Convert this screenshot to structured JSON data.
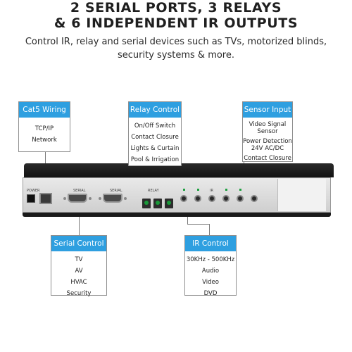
{
  "headline": {
    "line1": "2 SERIAL PORTS, 3 RELAYS",
    "line2": "& 6 INDEPENDENT IR OUTPUTS"
  },
  "subhead": {
    "line1": "Control IR, relay and serial devices such as TVs, motorized blinds,",
    "line2": "security systems & more."
  },
  "callouts": {
    "cat5": {
      "title": "Cat5 Wiring",
      "items": [
        "TCP/IP",
        "Network"
      ]
    },
    "relay": {
      "title": "Relay Control",
      "items": [
        "On/Off Switch",
        "Contact Closure",
        "Lights & Curtain",
        "Pool & Irrigation"
      ]
    },
    "sensor": {
      "title": "Sensor Input",
      "items": [
        "Video Signal",
        "Sensor",
        "Power Detection",
        "24V AC/DC",
        "Contact Closure"
      ]
    },
    "serial": {
      "title": "Serial Control",
      "items": [
        "TV",
        "AV",
        "HVAC",
        "Security"
      ]
    },
    "ir": {
      "title": "IR Control",
      "items": [
        "30KHz - 500KHz",
        "Audio",
        "Video",
        "DVD"
      ]
    }
  },
  "device": {
    "labels": {
      "power": "POWER",
      "serial1": "SERIAL",
      "serial2": "SERIAL",
      "relay": "RELAY",
      "ir": "IR"
    }
  },
  "colors": {
    "accent": "#2e9fe0",
    "device_body": "#1a1a1a"
  }
}
